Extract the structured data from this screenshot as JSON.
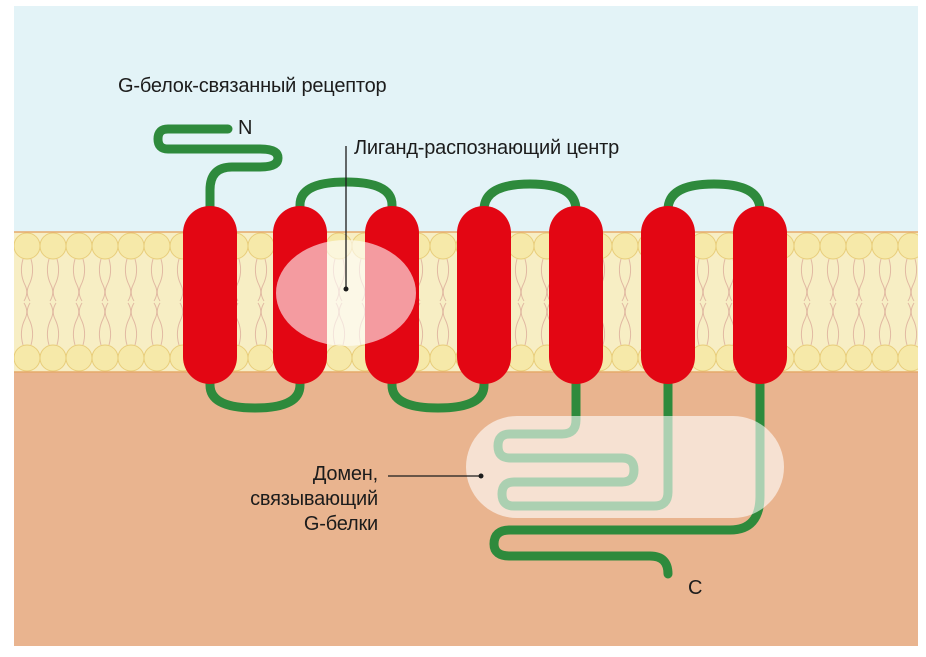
{
  "diagram": {
    "title": "G-белок-связанный рецептор",
    "n_terminus": "N",
    "c_terminus": "C",
    "ligand_site_label": "Лиганд-распознающий центр",
    "gprotein_domain_label": [
      "Домен,",
      "связывающий",
      "G-белки"
    ],
    "helix_count": 7,
    "colors": {
      "extracellular": "#e3f3f7",
      "membrane": "#f4e7a6",
      "cytoplasm": "#e9b48f",
      "helix": "#e30613",
      "chain": "#2e8a3c",
      "highlight": "#ffffff"
    }
  }
}
